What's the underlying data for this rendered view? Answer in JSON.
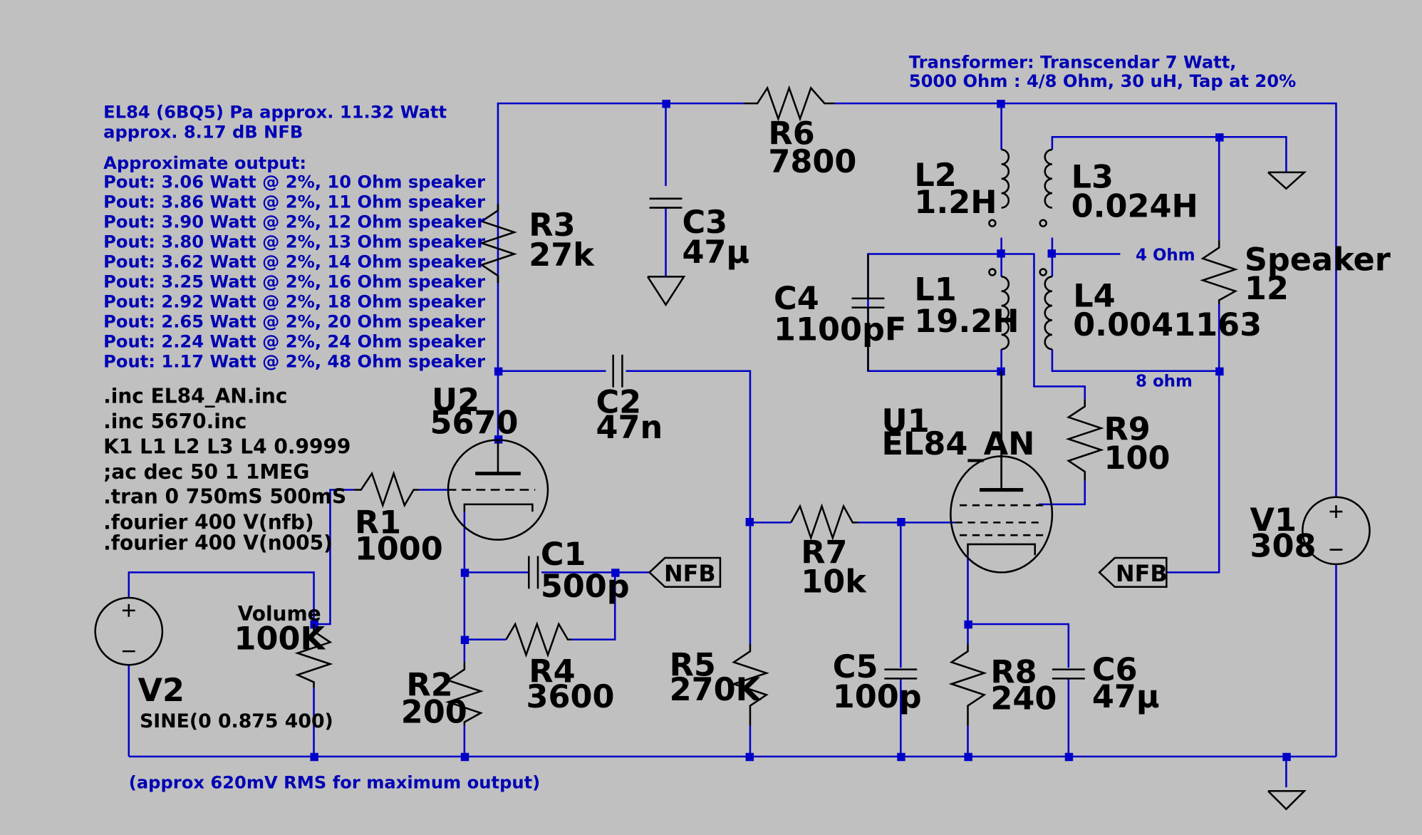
{
  "notes": {
    "tube_power": "EL84 (6BQ5) Pa approx. 11.32 Watt",
    "nfb": "approx. 8.17 dB NFB",
    "approx_output_title": "Approximate output:",
    "pout_lines": [
      "Pout: 3.06 Watt @ 2%, 10 Ohm speaker",
      "Pout: 3.86 Watt @ 2%, 11 Ohm speaker",
      "Pout: 3.90 Watt @ 2%, 12 Ohm speaker",
      "Pout: 3.80 Watt @ 2%, 13 Ohm speaker",
      "Pout: 3.62 Watt @ 2%, 14 Ohm speaker",
      "Pout: 3.25 Watt @ 2%, 16 Ohm speaker",
      "Pout: 2.92 Watt @ 2%, 18 Ohm speaker",
      "Pout: 2.65 Watt @ 2%, 20 Ohm speaker",
      "Pout: 2.24 Watt @ 2%, 24 Ohm speaker",
      "Pout: 1.17 Watt @ 2%, 48 Ohm speaker"
    ],
    "transformer_1": "Transformer: Transcendar 7 Watt,",
    "transformer_2": "5000 Ohm : 4/8 Ohm, 30 uH, Tap at 20%",
    "input_note": "(approx 620mV RMS for maximum output)"
  },
  "directives": [
    ".inc EL84_AN.inc",
    ".inc 5670.inc",
    "K1 L1 L2 L3 L4 0.9999",
    ";ac dec 50 1 1MEG",
    ".tran 0 750mS 500mS",
    ".fourier 400 V(nfb)",
    ".fourier 400 V(n005)"
  ],
  "components": {
    "R1": {
      "name": "R1",
      "value": "1000"
    },
    "R2": {
      "name": "R2",
      "value": "200"
    },
    "R3": {
      "name": "R3",
      "value": "27k"
    },
    "R4": {
      "name": "R4",
      "value": "3600"
    },
    "R5": {
      "name": "R5",
      "value": "270K"
    },
    "R6": {
      "name": "R6",
      "value": "7800"
    },
    "R7": {
      "name": "R7",
      "value": "10k"
    },
    "R8": {
      "name": "R8",
      "value": "240"
    },
    "R9": {
      "name": "R9",
      "value": "100"
    },
    "C1": {
      "name": "C1",
      "value": "500p"
    },
    "C2": {
      "name": "C2",
      "value": "47n"
    },
    "C3": {
      "name": "C3",
      "value": "47μ"
    },
    "C4": {
      "name": "C4",
      "value": "1100pF"
    },
    "C5": {
      "name": "C5",
      "value": "100p"
    },
    "C6": {
      "name": "C6",
      "value": "47μ"
    },
    "L1": {
      "name": "L1",
      "value": "19.2H"
    },
    "L2": {
      "name": "L2",
      "value": "1.2H"
    },
    "L3": {
      "name": "L3",
      "value": "0.024H"
    },
    "L4": {
      "name": "L4",
      "value": "0.0041163"
    },
    "U1": {
      "name": "U1",
      "value": "EL84_AN"
    },
    "U2": {
      "name": "U2",
      "value": "5670"
    },
    "V1": {
      "name": "V1",
      "value": "308"
    },
    "V2": {
      "name": "V2",
      "value": "SINE(0 0.875 400)"
    },
    "Volume": {
      "name": "Volume",
      "value": "100K"
    },
    "Speaker": {
      "name": "Speaker",
      "value": "12"
    }
  },
  "net_labels": {
    "nfb_left": "NFB",
    "nfb_right": "NFB",
    "tap4": "4 Ohm",
    "tap8": "8 ohm"
  },
  "colors": {
    "background": "#c0c0c0",
    "wire": "#0000c8",
    "text_comment": "#0000b4",
    "component": "#000000"
  }
}
